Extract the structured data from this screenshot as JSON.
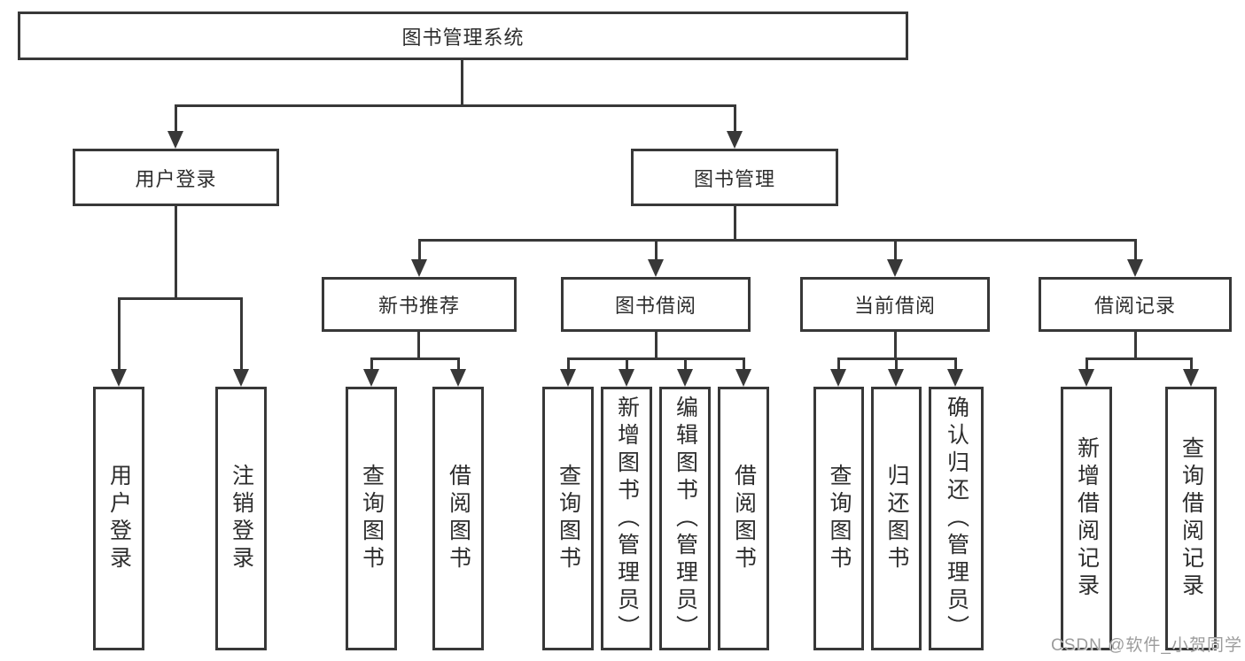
{
  "nodes": {
    "root": "图书管理系统",
    "user_login": "用户登录",
    "book_mgmt": "图书管理",
    "new_books": "新书推荐",
    "book_borrow": "图书借阅",
    "current_borrow": "当前借阅",
    "borrow_records": "借阅记录",
    "login": "用户登录",
    "logout": "注销登录",
    "nb_query": "查询图书",
    "nb_borrow": "借阅图书",
    "bb_query": "查询图书",
    "bb_add": "新增图书（管理员）",
    "bb_edit": "编辑图书（管理员）",
    "bb_borrow": "借阅图书",
    "cb_query": "查询图书",
    "cb_return": "归还图书",
    "cb_confirm": "确认归还（管理员）",
    "br_add": "新增借阅记录",
    "br_query": "查询借阅记录"
  },
  "watermark": "CSDN @软件_小贺同学",
  "colors": {
    "line": "#383838",
    "text": "#2d2d2d",
    "watermark": "#9c9c9c",
    "background": "#ffffff"
  }
}
